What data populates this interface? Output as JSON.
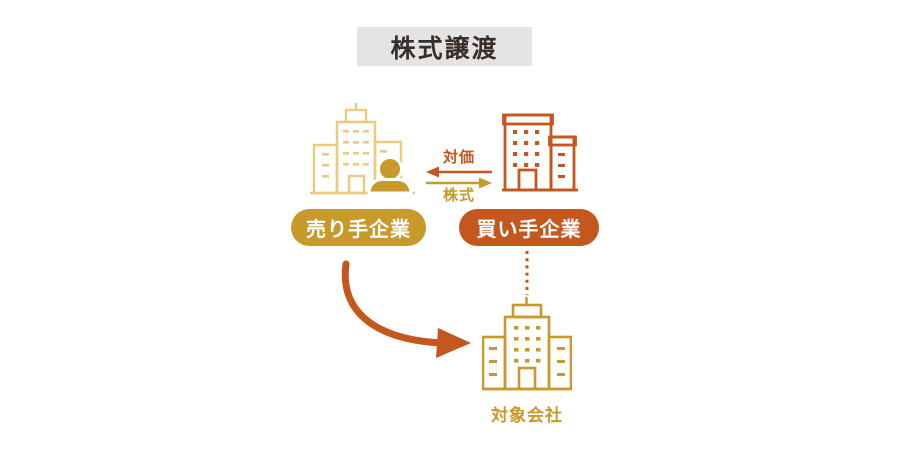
{
  "title": "株式譲渡",
  "diagram": {
    "seller_label": "売り手企業",
    "buyer_label": "買い手企業",
    "target_label": "対象会社",
    "consideration_label": "対価",
    "shares_label": "株式"
  },
  "colors": {
    "gold": "#C8992B",
    "light_gold": "#EACC81",
    "orange": "#C4571D",
    "title_bg": "#E4E4E4",
    "title_text": "#362F2A",
    "pill_text": "#FFFFFF",
    "background": "#FFFFFF"
  }
}
